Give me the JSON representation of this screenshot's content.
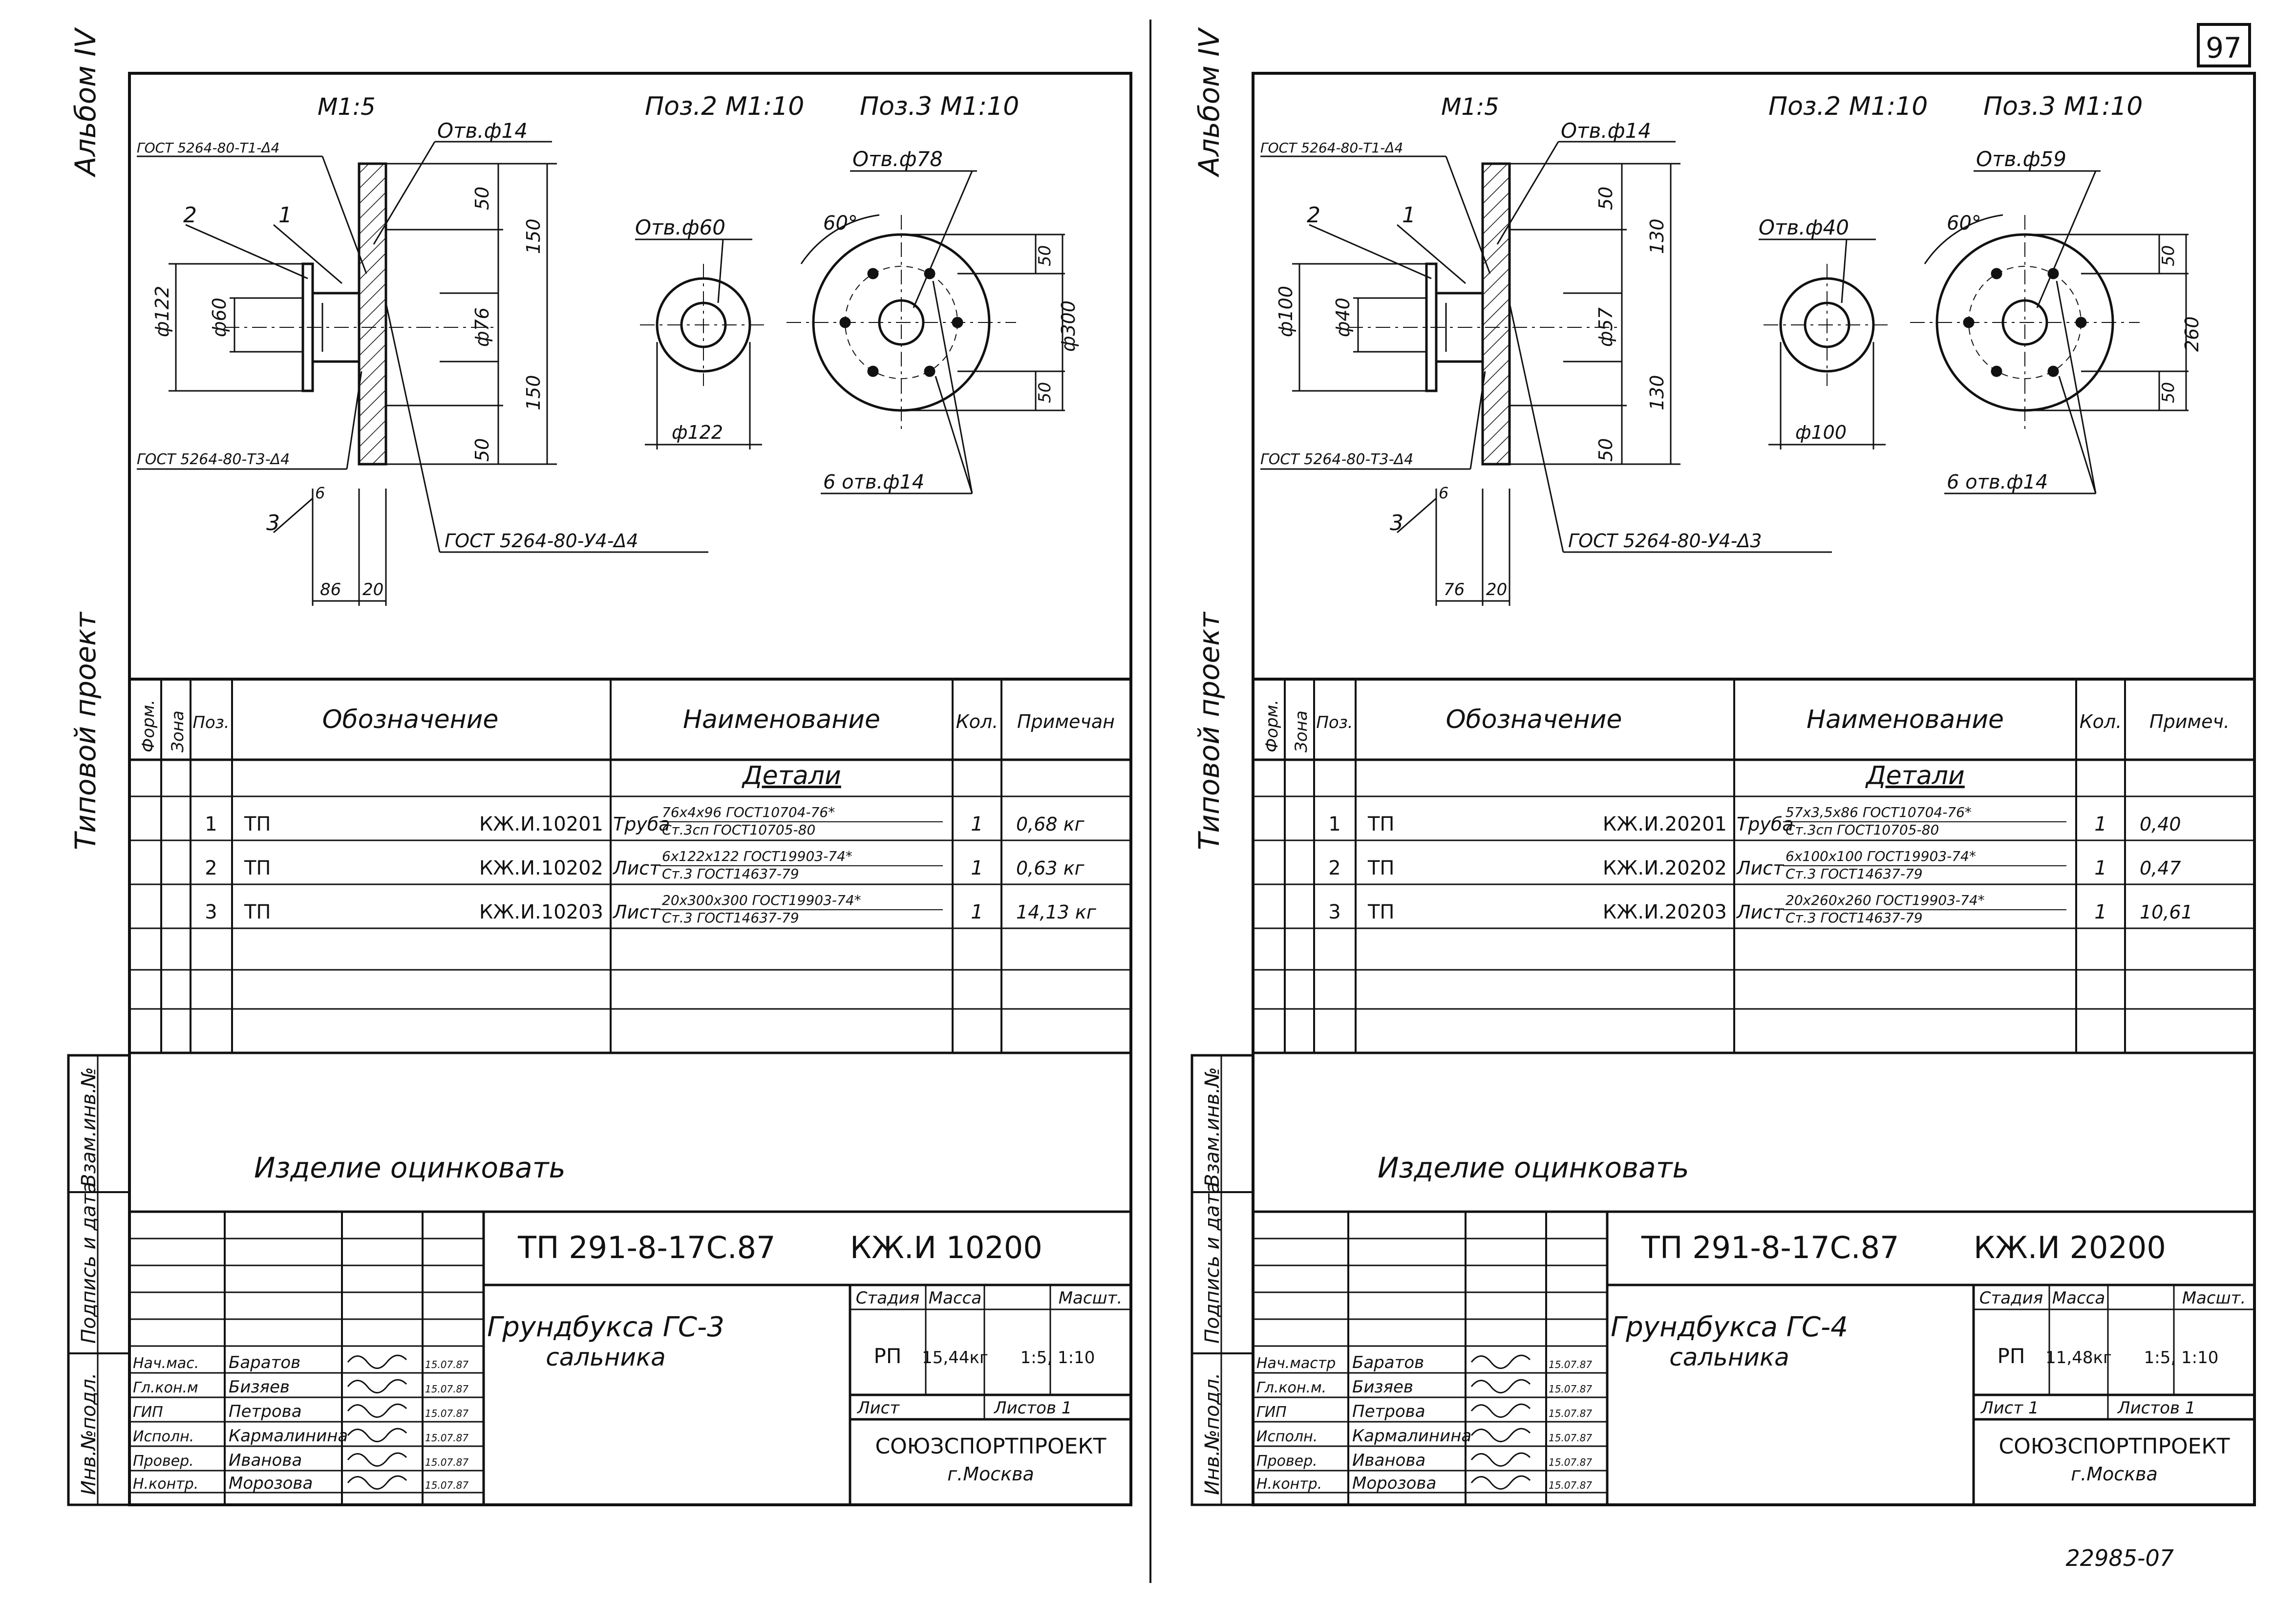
{
  "page_number": "97",
  "bottom_number": "22985-07",
  "sheets": [
    {
      "side_album": "Альбом IV",
      "side_project": "Типовой проект",
      "side_stamps": [
        "Взам.инв.№",
        "Подпись и дата",
        "Инв.№подл."
      ],
      "scale_main": "М1:5",
      "scale_pos2": "Поз.2 М1:10",
      "scale_pos3": "Поз.3 М1:10",
      "drawing": {
        "weld_top": "ГОСТ 5264-80-Т1-Δ4",
        "weld_bottom": "ГОСТ 5264-80-Т3-Δ4",
        "weld_main": "ГОСТ 5264-80-У4-Δ4",
        "hole_main": "Отв.ф14",
        "pos1": "1",
        "pos2": "2",
        "pos3": "3",
        "dim_outer": "ф122",
        "dim_inner": "ф60",
        "dim_pipe": "ф76",
        "dim_50a": "50",
        "dim_150a": "150",
        "dim_150b": "150",
        "dim_50b": "50",
        "dim_6": "6",
        "dim_len1": "86",
        "dim_len2": "20",
        "pos2_hole": "Отв.ф60",
        "pos2_dia": "ф122",
        "pos3_hole": "Отв.ф78",
        "pos3_angle": "60°",
        "pos3_dia": "ф300",
        "pos3_d50a": "50",
        "pos3_d50b": "50",
        "pos3_holes": "6 отв.ф14"
      },
      "spec_headers": [
        "Форм.",
        "Зона",
        "Поз.",
        "Обозначение",
        "Наименование",
        "Кол.",
        "Примечан"
      ],
      "spec_section": "Детали",
      "spec_rows": [
        {
          "pos": "1",
          "prefix": "ТП",
          "code": "КЖ.И.10201",
          "kind": "Труба",
          "name1": "76х4х96 ГОСТ10704-76*",
          "name2": "Ст.3сп ГОСТ10705-80",
          "qty": "1",
          "note": "0,68 кг"
        },
        {
          "pos": "2",
          "prefix": "ТП",
          "code": "КЖ.И.10202",
          "kind": "Лист",
          "name1": "6х122х122 ГОСТ19903-74*",
          "name2": "Ст.3 ГОСТ14637-79",
          "qty": "1",
          "note": "0,63 кг"
        },
        {
          "pos": "3",
          "prefix": "ТП",
          "code": "КЖ.И.10203",
          "kind": "Лист",
          "name1": "20х300х300 ГОСТ19903-74*",
          "name2": "Ст.3 ГОСТ14637-79",
          "qty": "1",
          "note": "14,13 кг"
        }
      ],
      "note": "Изделие оцинковать",
      "doc_code": "ТП 291-8-17С.87",
      "doc_number": "КЖ.И 10200",
      "title1": "Грундбукса ГС-3",
      "title2": "сальника",
      "stage_label": "Стадия",
      "mass_label": "Масса",
      "scale_label": "Масшт.",
      "stage": "РП",
      "mass": "15,44кг",
      "scale": "1:5, 1:10",
      "sheet_label": "Лист",
      "sheets_label": "Листов 1",
      "org": "СОЮЗСПОРТПРОЕКТ",
      "city": "г.Москва",
      "people": [
        {
          "role": "Нач.мас.",
          "name": "Баратов",
          "date": "15.07.87"
        },
        {
          "role": "Гл.кон.м",
          "name": "Бизяев",
          "date": "15.07.87"
        },
        {
          "role": "ГИП",
          "name": "Петрова",
          "date": "15.07.87"
        },
        {
          "role": "Исполн.",
          "name": "Кармалинина",
          "date": "15.07.87"
        },
        {
          "role": "Провер.",
          "name": "Иванова",
          "date": "15.07.87"
        },
        {
          "role": "Н.контр.",
          "name": "Морозова",
          "date": "15.07.87"
        }
      ]
    },
    {
      "side_album": "Альбом IV",
      "side_project": "Типовой проект",
      "side_stamps": [
        "Взам.инв.№",
        "Подпись и дата",
        "Инв.№подл."
      ],
      "scale_main": "М1:5",
      "scale_pos2": "Поз.2 М1:10",
      "scale_pos3": "Поз.3 М1:10",
      "drawing": {
        "weld_top": "ГОСТ 5264-80-Т1-Δ4",
        "weld_bottom": "ГОСТ 5264-80-Т3-Δ4",
        "weld_main": "ГОСТ 5264-80-У4-Δ3",
        "hole_main": "Отв.ф14",
        "pos1": "1",
        "pos2": "2",
        "pos3": "3",
        "dim_outer": "ф100",
        "dim_inner": "ф40",
        "dim_pipe": "ф57",
        "dim_50a": "50",
        "dim_150a": "130",
        "dim_150b": "130",
        "dim_50b": "50",
        "dim_6": "6",
        "dim_len1": "76",
        "dim_len2": "20",
        "pos2_hole": "Отв.ф40",
        "pos2_dia": "ф100",
        "pos3_hole": "Отв.ф59",
        "pos3_angle": "60°",
        "pos3_dia": "260",
        "pos3_d50a": "50",
        "pos3_d50b": "50",
        "pos3_holes": "6 отв.ф14"
      },
      "spec_headers": [
        "Форм.",
        "Зона",
        "Поз.",
        "Обозначение",
        "Наименование",
        "Кол.",
        "Примеч."
      ],
      "spec_section": "Детали",
      "spec_rows": [
        {
          "pos": "1",
          "prefix": "ТП",
          "code": "КЖ.И.20201",
          "kind": "Труба",
          "name1": "57х3,5х86 ГОСТ10704-76*",
          "name2": "Ст.3сп ГОСТ10705-80",
          "qty": "1",
          "note": "0,40"
        },
        {
          "pos": "2",
          "prefix": "ТП",
          "code": "КЖ.И.20202",
          "kind": "Лист",
          "name1": "6х100х100 ГОСТ19903-74*",
          "name2": "Ст.3 ГОСТ14637-79",
          "qty": "1",
          "note": "0,47"
        },
        {
          "pos": "3",
          "prefix": "ТП",
          "code": "КЖ.И.20203",
          "kind": "Лист",
          "name1": "20х260х260 ГОСТ19903-74*",
          "name2": "Ст.3 ГОСТ14637-79",
          "qty": "1",
          "note": "10,61"
        }
      ],
      "note": "Изделие оцинковать",
      "doc_code": "ТП 291-8-17С.87",
      "doc_number": "КЖ.И 20200",
      "title1": "Грундбукса ГС-4",
      "title2": "сальника",
      "stage_label": "Стадия",
      "mass_label": "Масса",
      "scale_label": "Масшт.",
      "stage": "РП",
      "mass": "11,48кг",
      "scale": "1:5, 1:10",
      "sheet_label": "Лист 1",
      "sheets_label": "Листов 1",
      "org": "СОЮЗСПОРТПРОЕКТ",
      "city": "г.Москва",
      "people": [
        {
          "role": "Нач.мастр",
          "name": "Баратов",
          "date": "15.07.87"
        },
        {
          "role": "Гл.кон.м.",
          "name": "Бизяев",
          "date": "15.07.87"
        },
        {
          "role": "ГИП",
          "name": "Петрова",
          "date": "15.07.87"
        },
        {
          "role": "Исполн.",
          "name": "Кармалинина",
          "date": "15.07.87"
        },
        {
          "role": "Провер.",
          "name": "Иванова",
          "date": "15.07.87"
        },
        {
          "role": "Н.контр.",
          "name": "Морозова",
          "date": "15.07.87"
        }
      ]
    }
  ]
}
